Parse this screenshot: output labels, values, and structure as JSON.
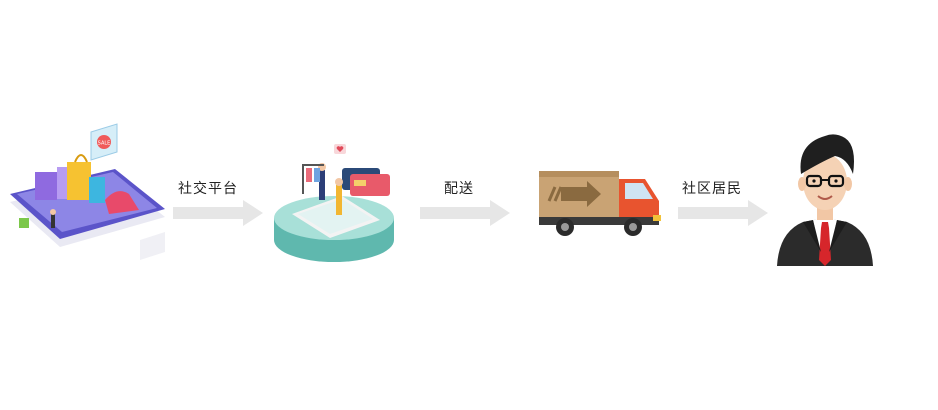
{
  "flow": {
    "stages": [
      {
        "name": "online-shopping-phone",
        "icon": "shopping-phone-icon"
      },
      {
        "name": "social-platform-disc",
        "icon": "platform-disc-icon"
      },
      {
        "name": "delivery-truck",
        "icon": "truck-icon"
      },
      {
        "name": "community-resident",
        "icon": "resident-avatar-icon"
      }
    ],
    "arrows": [
      {
        "label": "社交平台"
      },
      {
        "label": "配送"
      },
      {
        "label": "社区居民"
      }
    ],
    "sale_tag": "SALE"
  },
  "colors": {
    "arrow": "#e6e6e6",
    "phone": "#5b54c9",
    "platform": "#7fcfc6",
    "truck_cab": "#e8542f",
    "truck_box": "#c9a374",
    "suit": "#2b2b2b",
    "tie": "#d6262b"
  }
}
